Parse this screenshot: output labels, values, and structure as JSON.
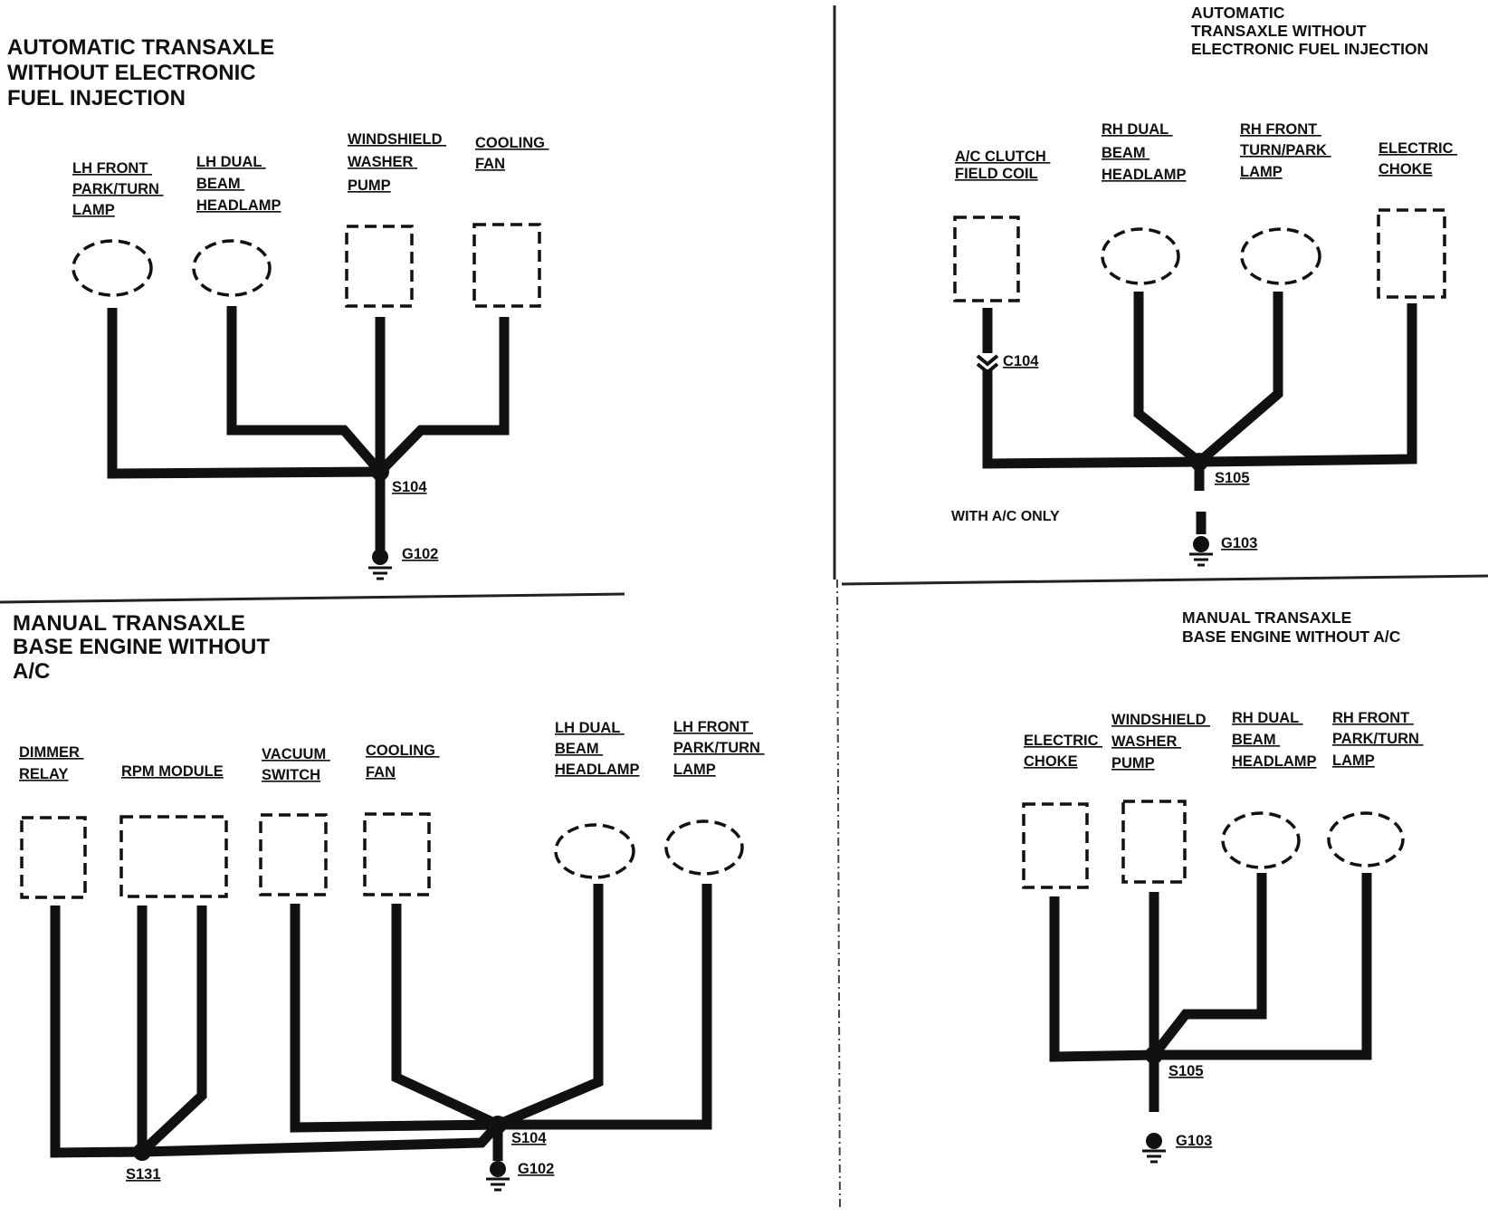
{
  "panels": {
    "top_left": {
      "title": [
        "AUTOMATIC TRANSAXLE",
        "WITHOUT ELECTRONIC",
        "FUEL INJECTION"
      ],
      "components": [
        {
          "label": [
            "LH FRONT",
            "PARK/TURN",
            "LAMP"
          ]
        },
        {
          "label": [
            "LH DUAL",
            "BEAM",
            "HEADLAMP"
          ]
        },
        {
          "label": [
            "WINDSHIELD",
            "WASHER",
            "PUMP"
          ]
        },
        {
          "label": [
            "COOLING",
            "FAN"
          ]
        }
      ],
      "splice": "S104",
      "ground": "G102"
    },
    "top_right": {
      "title": [
        "AUTOMATIC",
        "TRANSAXLE WITHOUT",
        "ELECTRONIC FUEL INJECTION"
      ],
      "components": [
        {
          "label": [
            "A/C CLUTCH",
            "FIELD COIL"
          ]
        },
        {
          "label": [
            "RH DUAL",
            "BEAM",
            "HEADLAMP"
          ]
        },
        {
          "label": [
            "RH FRONT",
            "TURN/PARK",
            "LAMP"
          ]
        },
        {
          "label": [
            "ELECTRIC",
            "CHOKE"
          ]
        }
      ],
      "connector": "C104",
      "note": "WITH A/C ONLY",
      "splice": "S105",
      "ground": "G103"
    },
    "bottom_left": {
      "title": [
        "MANUAL TRANSAXLE",
        "BASE ENGINE WITHOUT",
        "A/C"
      ],
      "components": [
        {
          "label": [
            "DIMMER",
            "RELAY"
          ]
        },
        {
          "label": [
            "RPM MODULE"
          ]
        },
        {
          "label": [
            "VACUUM",
            "SWITCH"
          ]
        },
        {
          "label": [
            "COOLING",
            "FAN"
          ]
        },
        {
          "label": [
            "LH DUAL",
            "BEAM",
            "HEADLAMP"
          ]
        },
        {
          "label": [
            "LH FRONT",
            "PARK/TURN",
            "LAMP"
          ]
        }
      ],
      "splice_secondary": "S131",
      "splice": "S104",
      "ground": "G102"
    },
    "bottom_right": {
      "title": [
        "MANUAL TRANSAXLE",
        "BASE ENGINE WITHOUT A/C"
      ],
      "components": [
        {
          "label": [
            "ELECTRIC",
            "CHOKE"
          ]
        },
        {
          "label": [
            "WINDSHIELD",
            "WASHER",
            "PUMP"
          ]
        },
        {
          "label": [
            "RH DUAL",
            "BEAM",
            "HEADLAMP"
          ]
        },
        {
          "label": [
            "RH FRONT",
            "PARK/TURN",
            "LAMP"
          ]
        }
      ],
      "splice": "S105",
      "ground": "G103"
    }
  }
}
